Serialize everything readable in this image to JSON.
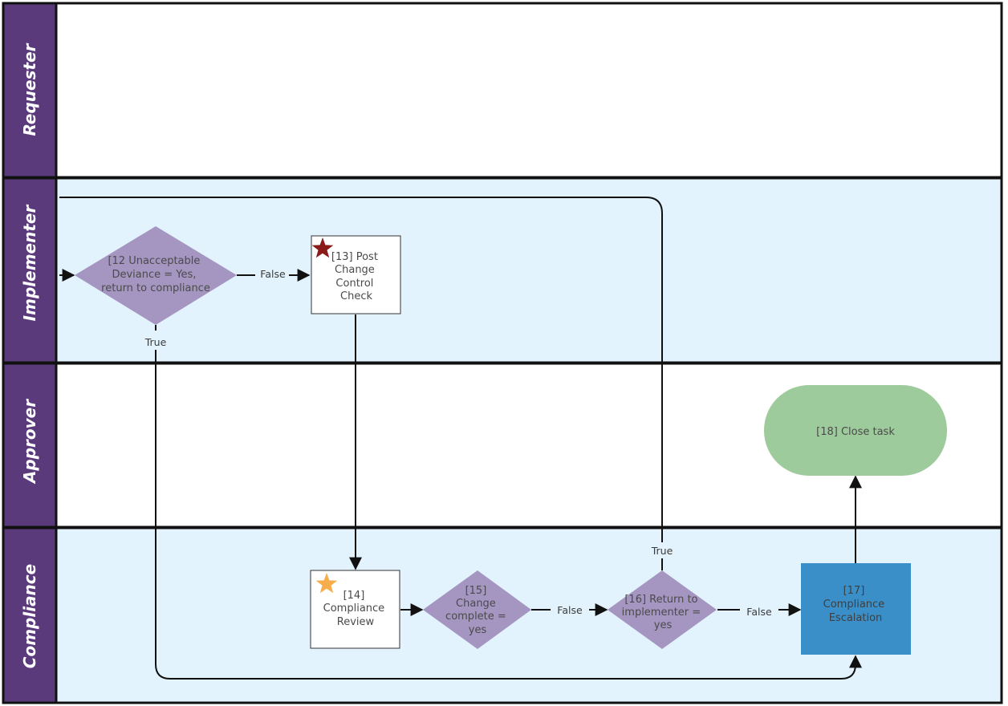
{
  "lanes": {
    "requester": "Requester",
    "implementer": "Implementer",
    "approver": "Approver",
    "compliance": "Compliance"
  },
  "nodes": {
    "n12": [
      "[12 Unacceptable",
      "Deviance = Yes,",
      "return to compliance"
    ],
    "n13": [
      "[13] Post",
      "Change",
      "Control",
      "Check"
    ],
    "n14": [
      "[14]",
      "Compliance",
      "Review"
    ],
    "n15": [
      "[15]",
      "Change",
      "complete =",
      "yes"
    ],
    "n16": [
      "[16] Return to",
      "implementer =",
      "yes"
    ],
    "n17": [
      "[17]",
      "Compliance",
      "Escalation"
    ],
    "n18": [
      "[18] Close task"
    ]
  },
  "edges": {
    "n12_false": "False",
    "n12_true": "True",
    "n15_false": "False",
    "n16_true": "True",
    "n16_false": "False"
  },
  "colors": {
    "lane_header": "#5b3a7c",
    "lane_alt_bg": "#e3f3fd",
    "decision": "#a596c1",
    "task_box": "#ffffff",
    "escalation": "#3a8fc8",
    "terminal": "#9ecb9b",
    "star_red": "#8b1a1a",
    "star_orange": "#f6ad4c"
  }
}
